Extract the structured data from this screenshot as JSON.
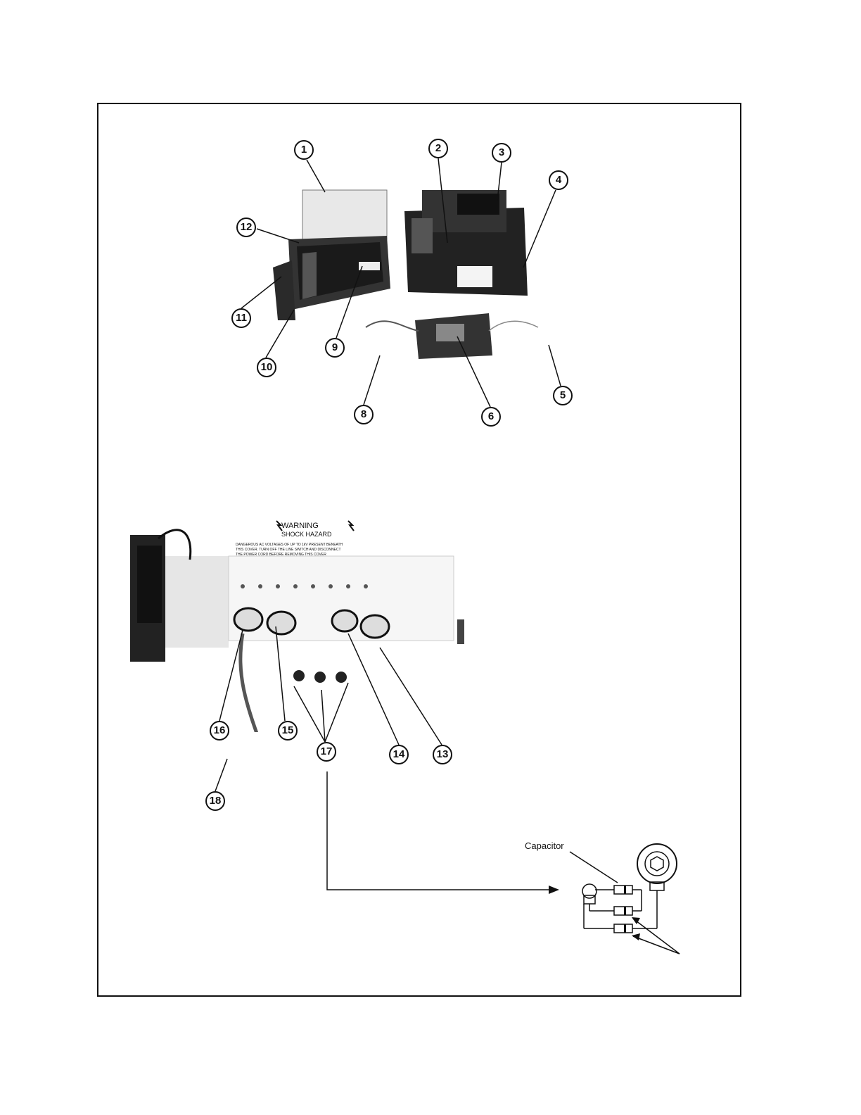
{
  "callouts": [
    "1",
    "2",
    "3",
    "4",
    "5",
    "6",
    "8",
    "9",
    "10",
    "11",
    "12",
    "13",
    "14",
    "15",
    "16",
    "17",
    "18"
  ],
  "warning_sign": {
    "title": "WARNING",
    "subtitle": "SHOCK HAZARD",
    "body_line1": "DANGEROUS AC VOLTAGES OF UP TO 1kV PRESENT BENEATH",
    "body_line2": "THIS COVER. TURN OFF THE LINE SWITCH AND DISCONNECT",
    "body_line3": "THE POWER CORD BEFORE REMOVING THIS COVER"
  },
  "detail": {
    "capacitor_label": "Capacitor"
  }
}
